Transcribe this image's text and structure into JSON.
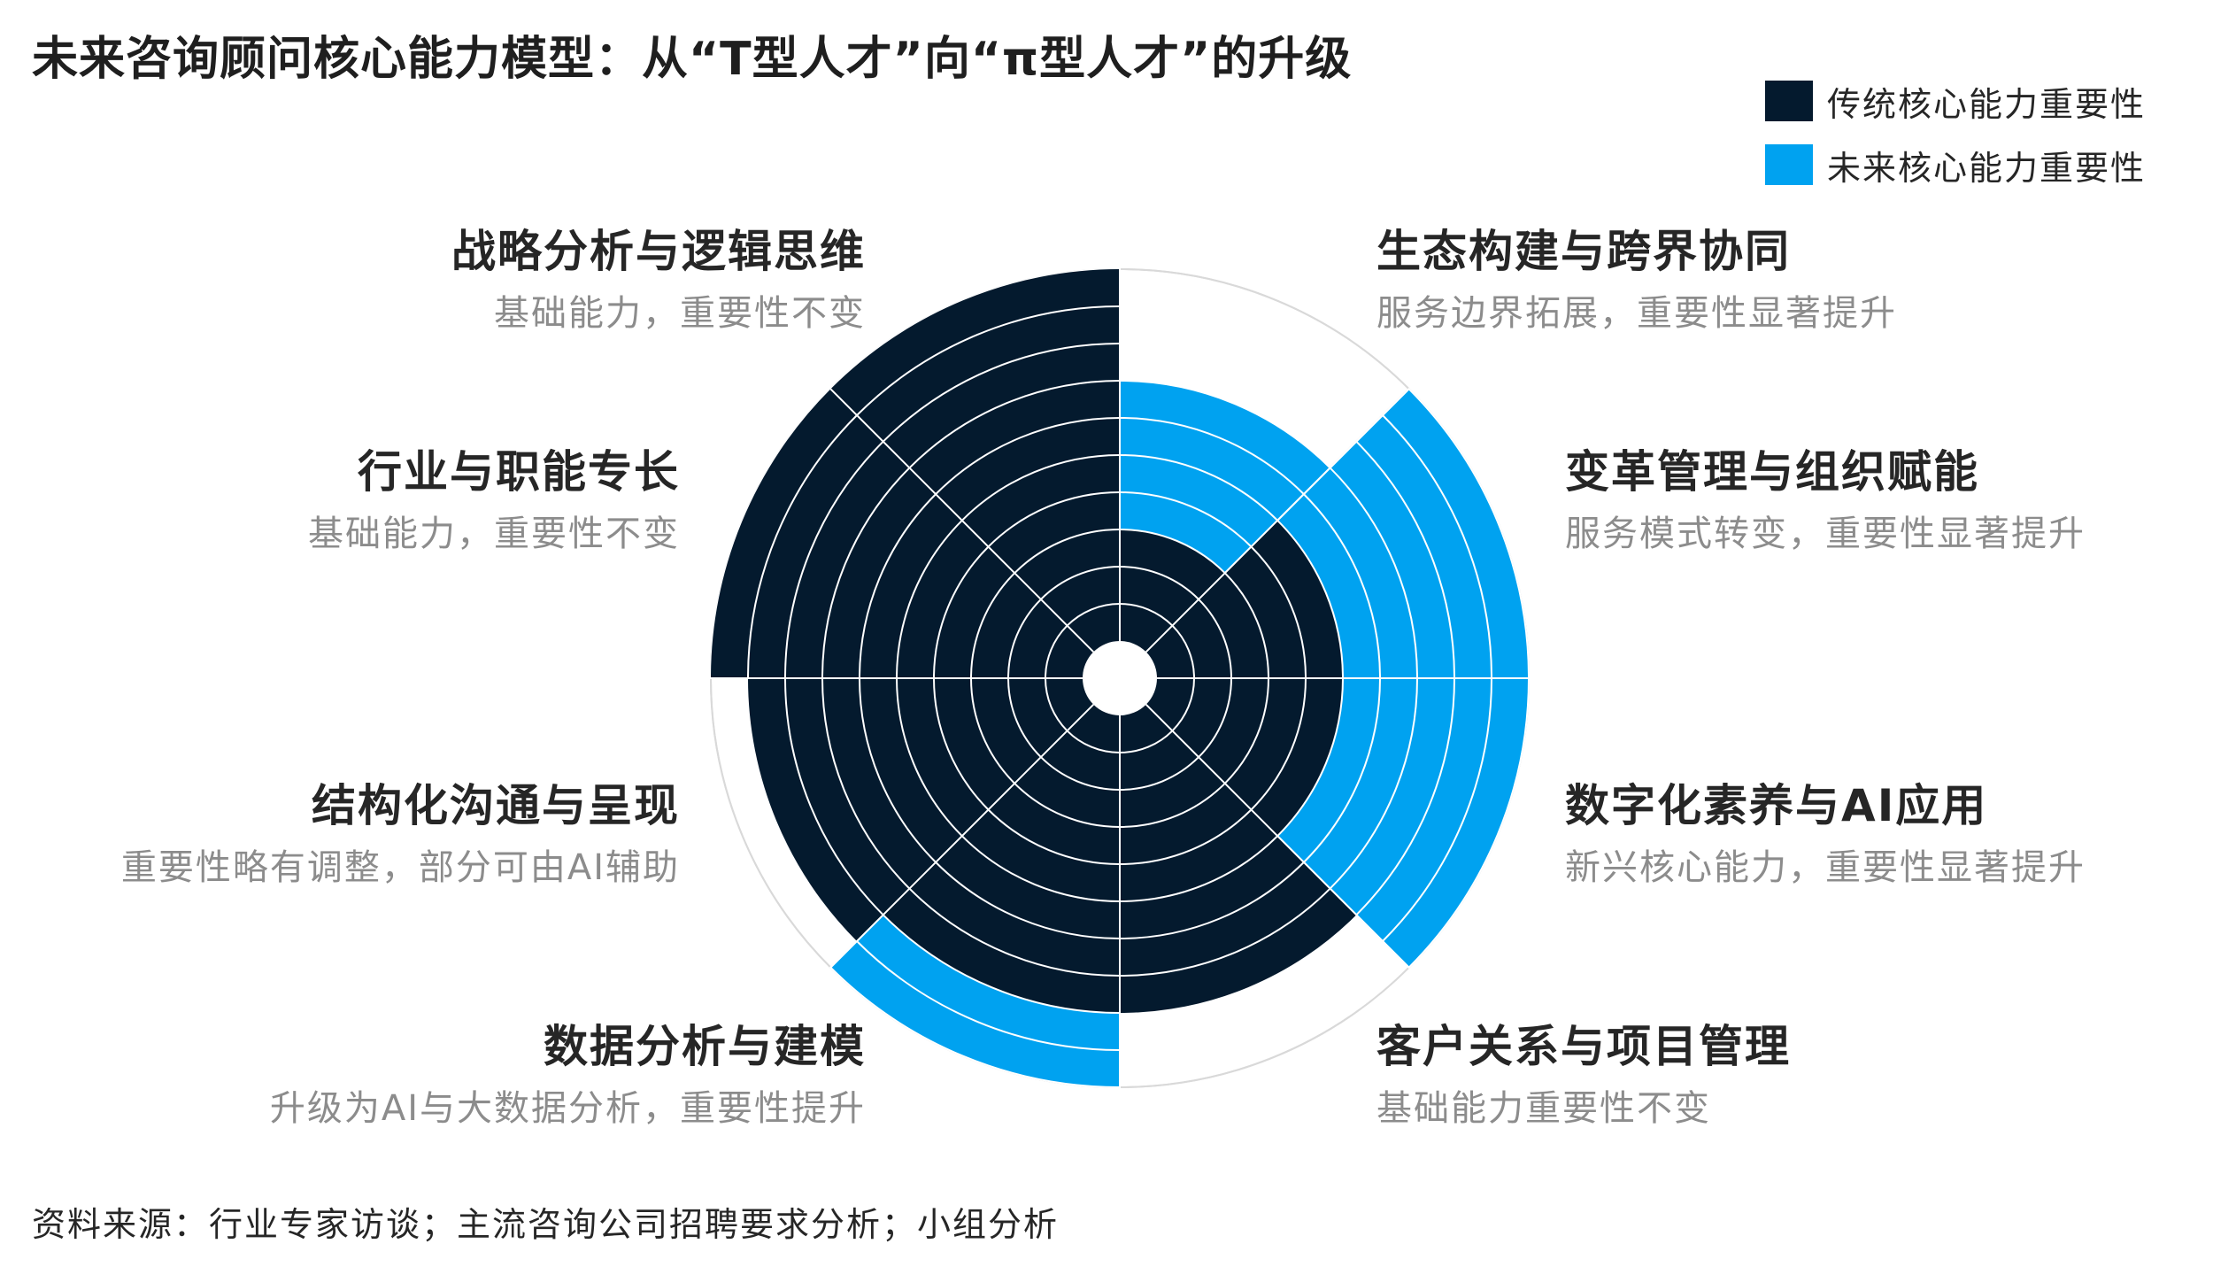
{
  "title": "未来咨询顾问核心能力模型：从“T型人才”向“π型人才”的升级",
  "legend": [
    {
      "label": "传统核心能力重要性",
      "color": "#041a2e"
    },
    {
      "label": "未来核心能力重要性",
      "color": "#00a2f0"
    }
  ],
  "source": "资料来源：行业专家访谈；主流咨询公司招聘要求分析；小组分析",
  "chart_data": {
    "type": "polar-area",
    "rings": 10,
    "max": 10,
    "categories": [
      {
        "name": "生态构建与跨界协同",
        "desc": "服务边界拓展，重要性显著提升"
      },
      {
        "name": "变革管理与组织赋能",
        "desc": "服务模式转变，重要性显著提升"
      },
      {
        "name": "数字化素养与AI应用",
        "desc": "新兴核心能力，重要性显著提升"
      },
      {
        "name": "客户关系与项目管理",
        "desc": "基础能力重要性不变"
      },
      {
        "name": "数据分析与建模",
        "desc": "升级为AI与大数据分析，重要性提升"
      },
      {
        "name": "结构化沟通与呈现",
        "desc": "重要性略有调整，部分可由AI辅助"
      },
      {
        "name": "行业与职能专长",
        "desc": "基础能力，重要性不变"
      },
      {
        "name": "战略分析与逻辑思维",
        "desc": "基础能力，重要性不变"
      }
    ],
    "series": [
      {
        "name": "传统核心能力重要性",
        "color": "#041a2e",
        "values": [
          3,
          5,
          5,
          8,
          8,
          9,
          10,
          10
        ]
      },
      {
        "name": "未来核心能力重要性",
        "color": "#00a2f0",
        "values": [
          7,
          10,
          10,
          8,
          10,
          8,
          10,
          10
        ]
      }
    ]
  }
}
